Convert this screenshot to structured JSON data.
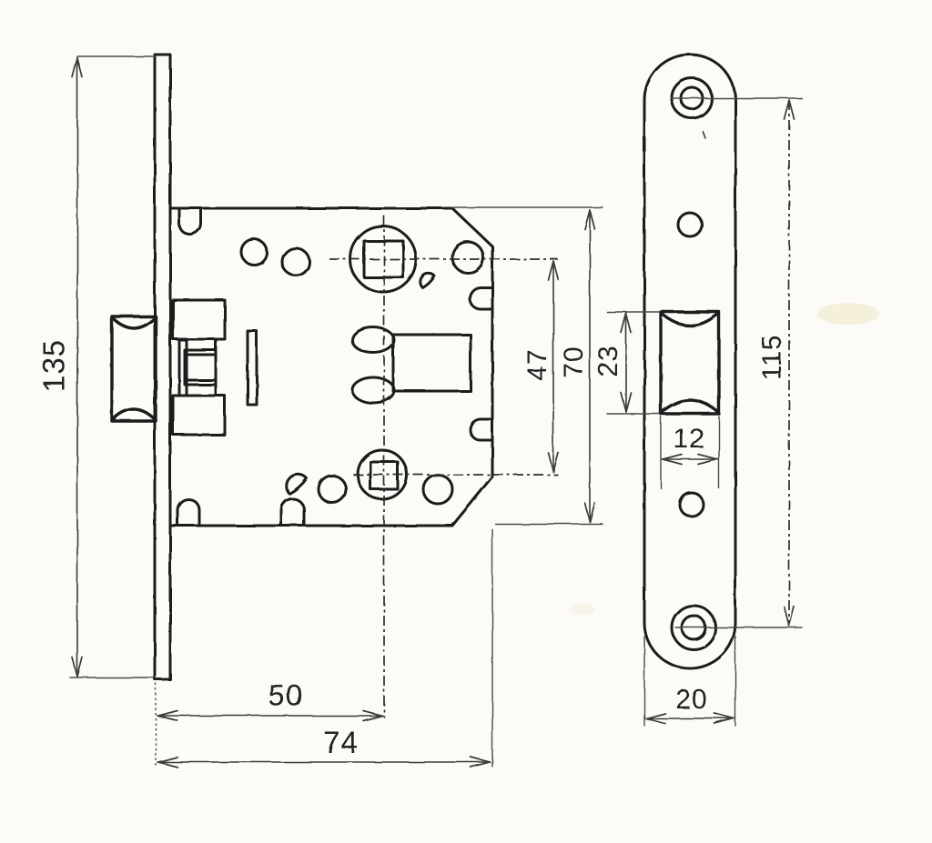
{
  "drawing": {
    "description": "scanned technical drawing of a mortise latch lock, side view and faceplate front view",
    "paper_color": "#fcfbf7",
    "ink_color": "#1d1d1d",
    "dimension_line_color": "#3a3a3a",
    "left_view": {
      "faceplate_height": "135",
      "backset": "50",
      "body_depth": "74",
      "follower_spacing": "47",
      "body_height": "70"
    },
    "right_view": {
      "latch_cutout_height": "23",
      "latch_cutout_width": "12",
      "screw_hole_spacing": "115",
      "plate_width": "20"
    }
  }
}
